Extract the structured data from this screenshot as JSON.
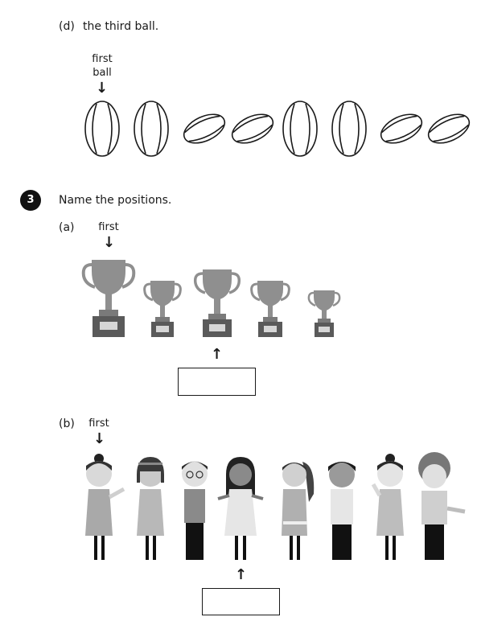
{
  "part_d": {
    "label": "(d)",
    "text": "the third ball.",
    "pointer_label_line1": "first",
    "pointer_label_line2": "ball",
    "arrow": "↓",
    "balls": [
      "upright",
      "upright",
      "tilted",
      "tilted",
      "upright",
      "upright",
      "tilted",
      "tilted"
    ]
  },
  "question3": {
    "number": "3",
    "instruction": "Name the positions.",
    "part_a": {
      "label": "(a)",
      "pointer_label": "first",
      "arrow_down": "↓",
      "arrow_up": "↑",
      "trophy_count": 5,
      "answer_value": ""
    },
    "part_b": {
      "label": "(b)",
      "pointer_label": "first",
      "arrow_down": "↓",
      "arrow_up": "↑",
      "children_count": 8,
      "answer_value": ""
    }
  },
  "colors": {
    "ink": "#1a1a1a",
    "trophy": "#8f8f8f",
    "trophy_dark": "#5a5a5a",
    "plate": "#d6d6d6"
  }
}
